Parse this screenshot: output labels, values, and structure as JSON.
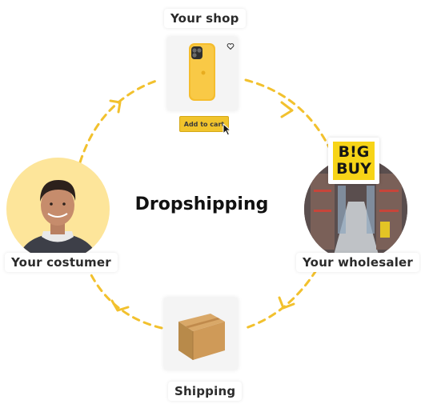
{
  "diagram": {
    "center_title": "Dropshipping",
    "nodes": {
      "shop": {
        "label": "Your shop",
        "button_label": "Add to cart",
        "icons": [
          "heart-icon",
          "cursor-pointer-icon",
          "phone-case-image"
        ]
      },
      "wholesaler": {
        "label": "Your wholesaler",
        "logo_line1": "B!G",
        "logo_line2": "BUY"
      },
      "shipping": {
        "label": "Shipping",
        "icons": [
          "cardboard-box-icon"
        ]
      },
      "customer": {
        "label": "Your costumer",
        "icons": [
          "customer-photo"
        ]
      }
    },
    "cycle_direction": "clockwise",
    "colors": {
      "accent": "#f2c12e",
      "light_yellow": "#fde59a",
      "text": "#2b2b2b",
      "logo_yellow": "#f7d417"
    }
  }
}
